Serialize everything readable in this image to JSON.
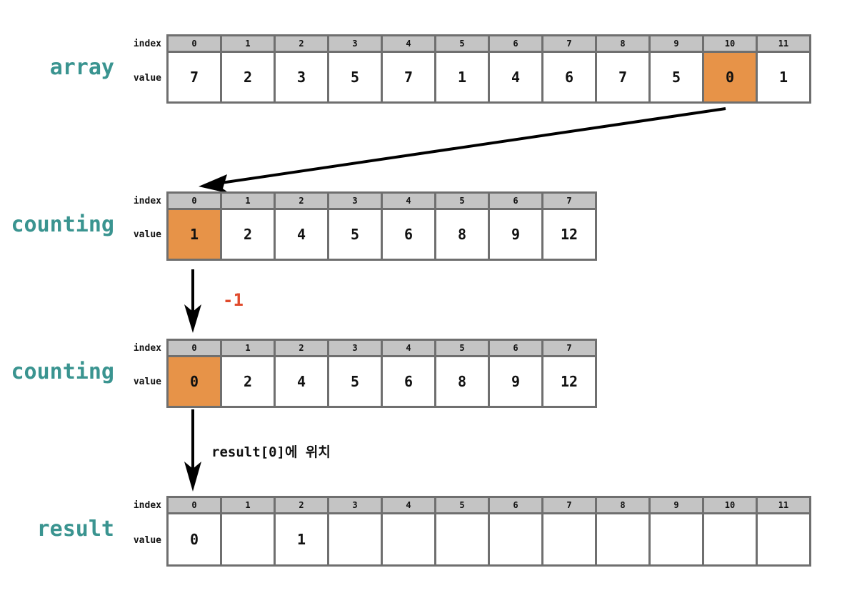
{
  "row_labels": {
    "index": "index",
    "value": "value"
  },
  "highlight_color": "#e79348",
  "label_color": "#3a9490",
  "note_minus_color": "#e04a2c",
  "arrays": [
    {
      "label": "array",
      "indices": [
        "0",
        "1",
        "2",
        "3",
        "4",
        "5",
        "6",
        "7",
        "8",
        "9",
        "10",
        "11"
      ],
      "values": [
        "7",
        "2",
        "3",
        "5",
        "7",
        "1",
        "4",
        "6",
        "7",
        "5",
        "0",
        "1"
      ],
      "highlight": 10
    },
    {
      "label": "counting",
      "indices": [
        "0",
        "1",
        "2",
        "3",
        "4",
        "5",
        "6",
        "7"
      ],
      "values": [
        "1",
        "2",
        "4",
        "5",
        "6",
        "8",
        "9",
        "12"
      ],
      "highlight": 0
    },
    {
      "label": "counting",
      "indices": [
        "0",
        "1",
        "2",
        "3",
        "4",
        "5",
        "6",
        "7"
      ],
      "values": [
        "0",
        "2",
        "4",
        "5",
        "6",
        "8",
        "9",
        "12"
      ],
      "highlight": 0
    },
    {
      "label": "result",
      "indices": [
        "0",
        "1",
        "2",
        "3",
        "4",
        "5",
        "6",
        "7",
        "8",
        "9",
        "10",
        "11"
      ],
      "values": [
        "0",
        "",
        "1",
        "",
        "",
        "",
        "",
        "",
        "",
        "",
        "",
        ""
      ],
      "highlight": -1
    }
  ],
  "notes": {
    "minus_one": "-1",
    "place": "result[0]에 위치"
  }
}
